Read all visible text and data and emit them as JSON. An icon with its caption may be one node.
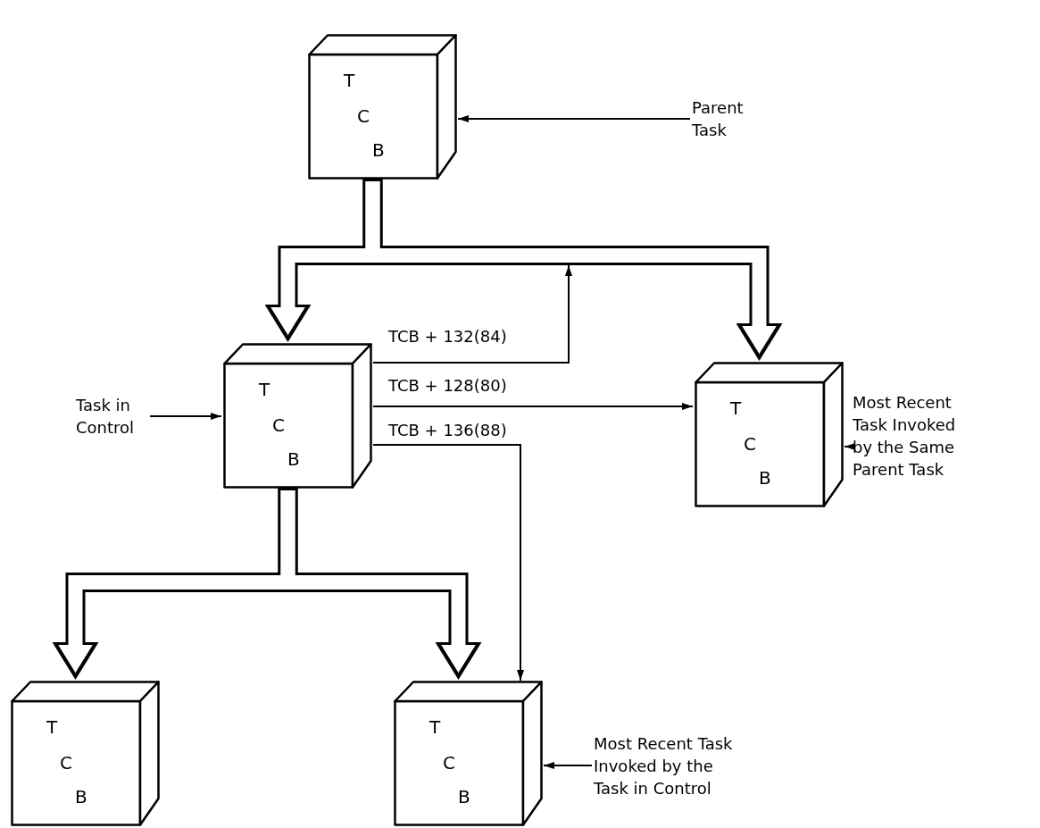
{
  "diagram": {
    "nodes": [
      {
        "text": [
          "T",
          "C",
          "B"
        ]
      },
      {
        "text": [
          "Parent Task"
        ]
      },
      {
        "text": [
          "T",
          "C",
          "B"
        ]
      },
      {
        "text": [
          "Task in Control"
        ]
      },
      {
        "text": [
          "T",
          "C",
          "B"
        ]
      },
      {
        "text": [
          "Most Recent Task Invoked by the Same Parent Task"
        ]
      },
      {
        "text": [
          "T",
          "C",
          "B"
        ]
      },
      {
        "text": [
          "T",
          "C",
          "B"
        ]
      },
      {
        "text": [
          "Most Recent Task Invoked by the Task in Control"
        ]
      }
    ],
    "edges": [
      {
        "from": 1,
        "to": 0,
        "arrow": "to"
      },
      {
        "from": 0,
        "to": 2,
        "arrow": "to",
        "style": "thick"
      },
      {
        "from": 0,
        "to": 4,
        "arrow": "to",
        "style": "thick"
      },
      {
        "from": 2,
        "to": null,
        "arrow": "to",
        "label": "TCB + 132(84)"
      },
      {
        "from": 2,
        "to": 4,
        "arrow": "to",
        "label": "TCB + 128(80)"
      },
      {
        "from": 2,
        "to": 7,
        "arrow": "to",
        "label": "TCB + 136(88)"
      },
      {
        "from": 3,
        "to": 2,
        "arrow": "to"
      },
      {
        "from": 5,
        "to": 4,
        "arrow": "to"
      },
      {
        "from": 2,
        "to": 6,
        "arrow": "to",
        "style": "thick"
      },
      {
        "from": 2,
        "to": 7,
        "arrow": "to",
        "style": "thick"
      },
      {
        "from": 8,
        "to": 7,
        "arrow": "to"
      }
    ]
  }
}
